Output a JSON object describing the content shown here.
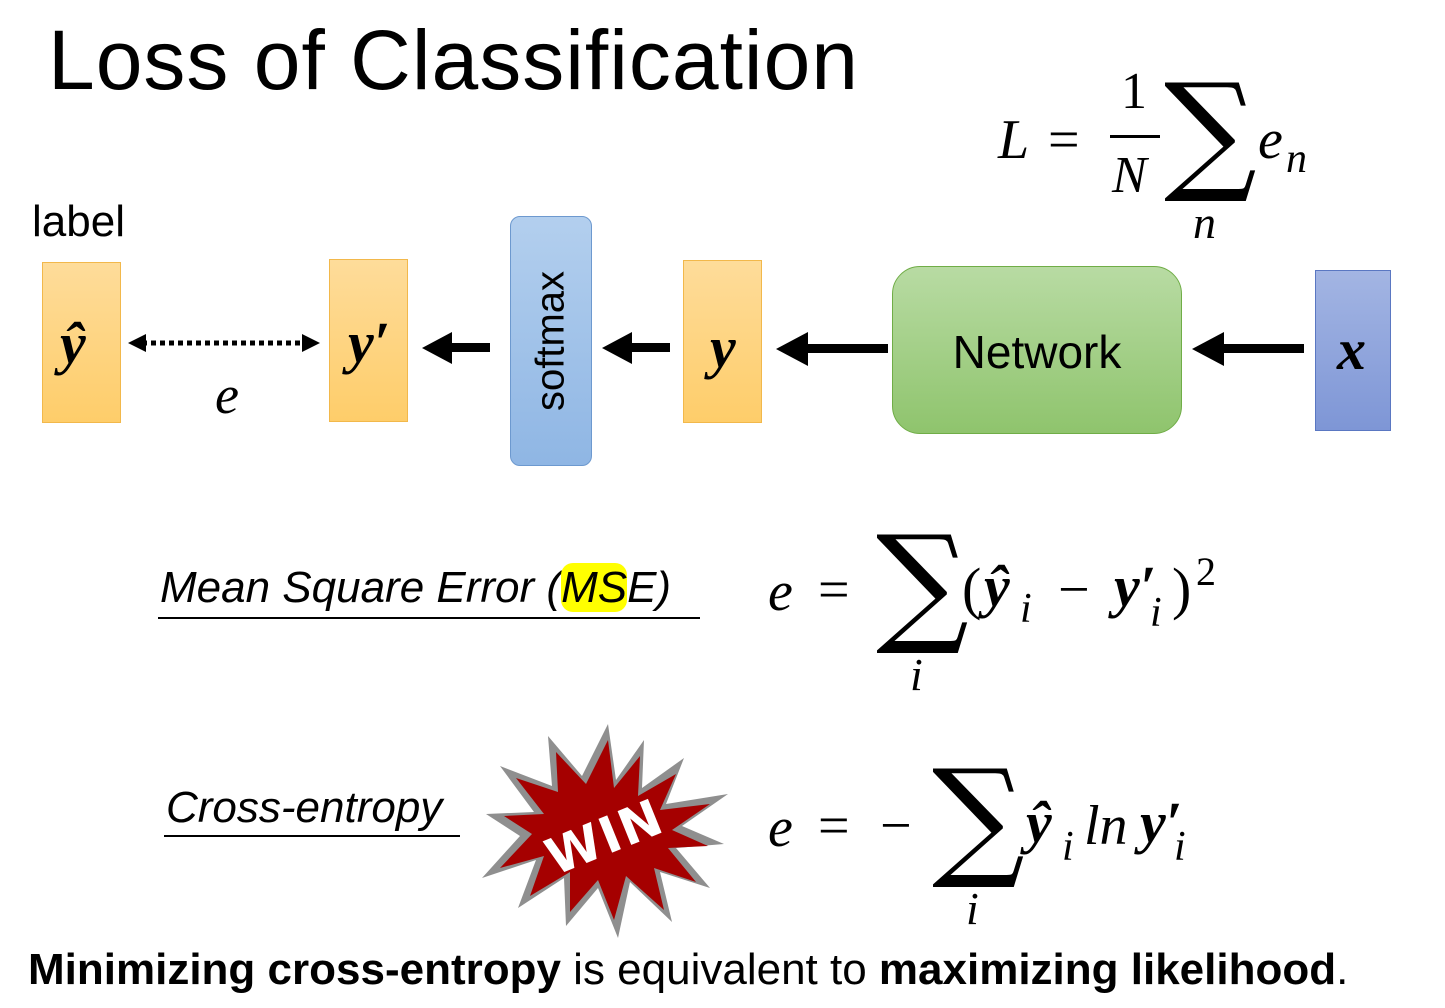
{
  "title": "Loss of Classification",
  "diagram": {
    "label_text": "label",
    "y_hat_symbol": "ŷ",
    "y_prime_symbol": "y′",
    "e_symbol": "e",
    "softmax_label": "softmax",
    "y_symbol": "y",
    "network_label": "Network",
    "x_symbol": "x",
    "colors": {
      "vector_fill": "#fecd6a",
      "softmax_fill": "#9dbfe8",
      "network_fill": "#a3cf88",
      "input_fill": "#8ea4dc"
    }
  },
  "loss_formula": {
    "lhs": "L",
    "eq": "=",
    "numerator": "1",
    "denominator": "N",
    "sum": "∑",
    "sum_index": "n",
    "term_base": "e",
    "term_sub": "n"
  },
  "mse": {
    "label_part1": "Mean Square Error (",
    "label_highlight": "MS",
    "label_part2": "E)",
    "highlight_color": "#ffff00",
    "lhs": "e",
    "eq": "=",
    "sum": "∑",
    "sum_index": "i",
    "open": "(",
    "yhat": "ŷ",
    "yhat_sub": "i",
    "minus": "−",
    "yprime": "y′",
    "yprime_sub": "i",
    "close": ")",
    "power": "2"
  },
  "cross_entropy": {
    "label": "Cross-entropy",
    "badge_text": "WIN",
    "badge_color": "#a50000",
    "lhs": "e",
    "eq": "=",
    "neg": "−",
    "sum": "∑",
    "sum_index": "i",
    "yhat": "ŷ",
    "yhat_sub": "i",
    "ln": "ln",
    "yprime": "y′",
    "yprime_sub": "i"
  },
  "bottom": {
    "part1_bold": "Minimizing cross-entropy",
    "part2": " is equivalent to ",
    "part3_bold": "maximizing likelihood",
    "part4": "."
  }
}
